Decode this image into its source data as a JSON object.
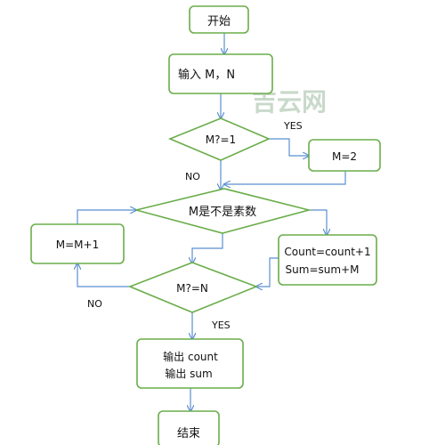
{
  "nodes": {
    "start": "开始",
    "input": "输入 M，N",
    "check_m1": "M?=1",
    "set_m2": "M=2",
    "is_prime": "M是不是素数",
    "increment": "M=M+1",
    "update_line1": "Count=count+1",
    "update_line2": "Sum=sum+M",
    "check_mn": "M?=N",
    "output_line1": "输出 count",
    "output_line2": "输出 sum",
    "end": "结束"
  },
  "labels": {
    "yes_m1": "YES",
    "no_m1": "NO",
    "no_mn": "NO",
    "yes_mn": "YES"
  },
  "watermark": "吉云网",
  "colors": {
    "node_border": "#6aad4a",
    "arrow": "#5b8fd1",
    "watermark": "#c9d9ca"
  }
}
